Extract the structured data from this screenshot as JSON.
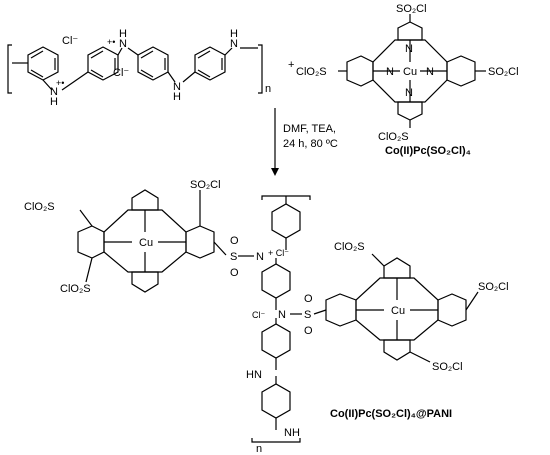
{
  "reactant_polymer": {
    "labels": {
      "cl_anion_1": "Cl⁻",
      "cl_anion_2": "Cl⁻",
      "nh_plus_1": "+•",
      "nh_plus_2": "+•",
      "h_1": "H",
      "h_2": "H",
      "h_3": "H",
      "h_4": "H",
      "n_1": "N",
      "n_2": "N",
      "n_3": "N",
      "n_4": "N",
      "repeat": "n"
    }
  },
  "plus_sign": "+",
  "reactant_complex": {
    "name": "Co(II)Pc(SO₂Cl)₄",
    "substituents": {
      "top": "SO₂Cl",
      "left": "ClO₂S",
      "right": "SO₂Cl",
      "bottom": "ClO₂S"
    },
    "metal": "Cu",
    "aza_n": "N"
  },
  "conditions": {
    "line1": "DMF, TEA,",
    "line2": "24 h, 80 ºC"
  },
  "product": {
    "name": "Co(II)Pc(SO₂Cl)₄@PANI",
    "left_pc": {
      "top_left": "ClO₂S",
      "top_right": "SO₂Cl",
      "bottom_left": "ClO₂S",
      "link": "S",
      "metal": "Cu"
    },
    "right_pc": {
      "top_left": "ClO₂S",
      "right": "SO₂Cl",
      "bottom": "SO₂Cl",
      "link": "S",
      "metal": "Cu"
    },
    "chain": {
      "n_plus_1": "N",
      "cl_1": "+ Cl⁻",
      "n_plus_2": "N",
      "cl_2": "Cl⁻",
      "hn": "HN",
      "nh": "NH",
      "repeat": "n",
      "o": "O"
    }
  }
}
